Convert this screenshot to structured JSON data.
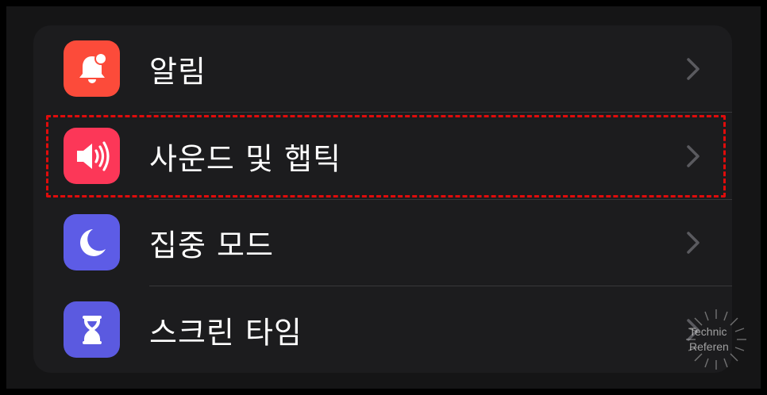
{
  "settings": {
    "items": [
      {
        "label": "알림",
        "icon": "bell-badge-icon",
        "icon_color": "#fc4b3a"
      },
      {
        "label": "사운드 및 햅틱",
        "icon": "speaker-wave-icon",
        "icon_color": "#fc3758"
      },
      {
        "label": "집중 모드",
        "icon": "moon-icon",
        "icon_color": "#5d5ce6"
      },
      {
        "label": "스크린 타임",
        "icon": "hourglass-icon",
        "icon_color": "#5b5ae0"
      }
    ],
    "highlighted_item": "사운드 및 햅틱",
    "highlight_color": "#e00b0b"
  },
  "watermark": {
    "line1": "Technic",
    "line2": "Referen"
  }
}
